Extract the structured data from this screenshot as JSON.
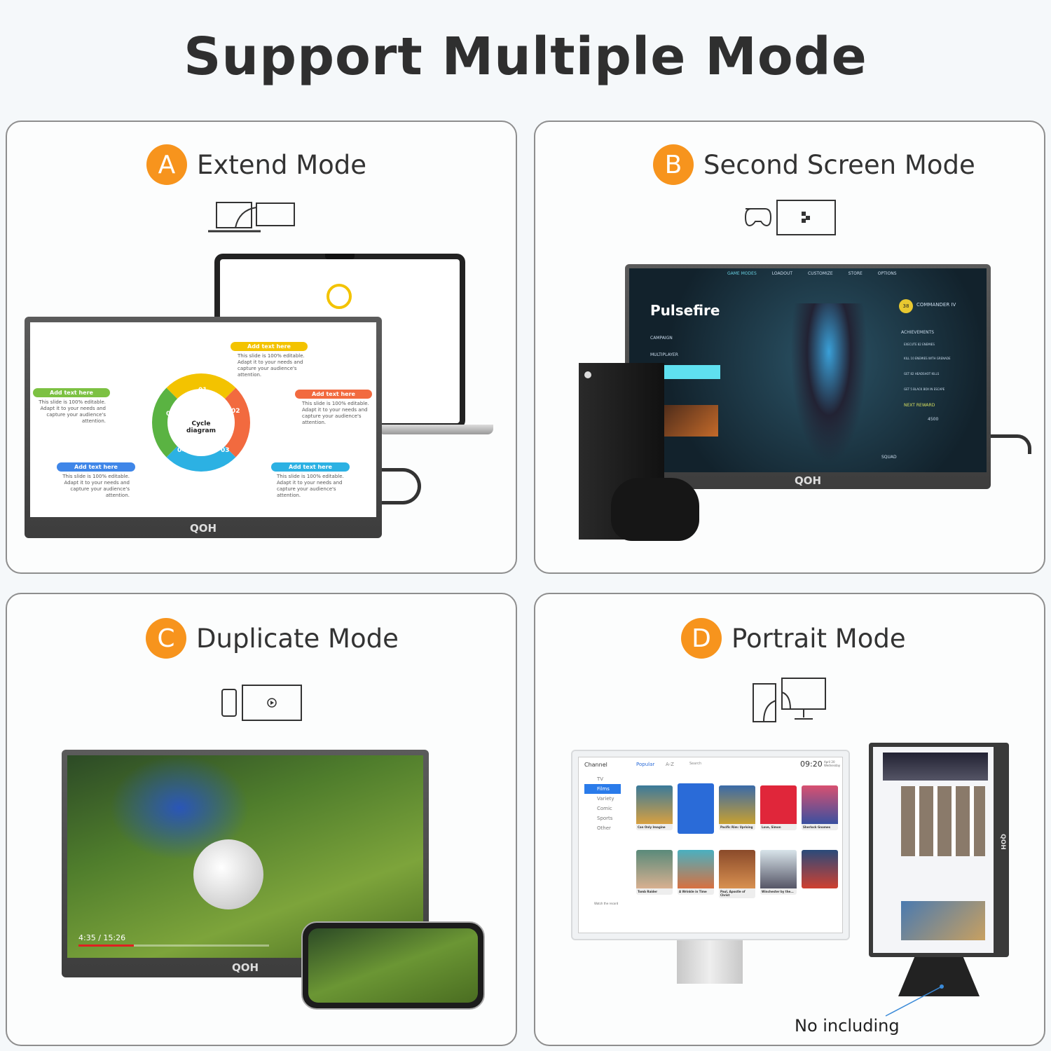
{
  "title": "Support Multiple Mode",
  "modes": [
    {
      "letter": "A",
      "label": "Extend Mode"
    },
    {
      "letter": "B",
      "label": "Second Screen Mode"
    },
    {
      "letter": "C",
      "label": "Duplicate Mode"
    },
    {
      "letter": "D",
      "label": "Portrait Mode"
    }
  ],
  "brand": "QOH",
  "extend": {
    "center": "Cycle diagram",
    "segments": [
      "01",
      "02",
      "03",
      "04",
      "05"
    ],
    "heading": "Add text here",
    "body": "This slide is 100% editable. Adapt it to your needs and capture your audience's attention."
  },
  "game": {
    "logo": "Pulsefire",
    "nav": [
      "GAME MODES",
      "LOADOUT",
      "CUSTOMIZE",
      "STORE",
      "OPTIONS"
    ],
    "menu": [
      "CAMPAIGN",
      "MULTIPLAYER"
    ],
    "rank": "COMMANDER IV",
    "rank_level": "38",
    "achievements_label": "ACHIEVEMENTS",
    "achievements": [
      "EXECUTE 82 ENEMIES",
      "KILL 10 ENEMIES WITH GRENADE",
      "GET 82 HEADSHOT KILLS",
      "GET 5 BLACK BOX IN ESCAPE"
    ],
    "next_reward": "NEXT REWARD",
    "reward_value": "4500",
    "squad": "SQUAD"
  },
  "video": {
    "time": "4:35 / 15:26",
    "progress": 0.29
  },
  "tv": {
    "channel": "Channel",
    "tabs": [
      "Popular",
      "A-Z",
      "Search"
    ],
    "time": "09:20",
    "date": "April 20 Wednesday",
    "sidebar": [
      "TV",
      "Films",
      "Variety",
      "Comic",
      "Sports",
      "Other"
    ],
    "footer": "Watch the record",
    "movies": [
      "Can Only Imagine",
      "",
      "Pacific Rim: Uprising",
      "Love, Simon",
      "Sherlock Gnomes",
      "Tomb Raider",
      "A Wrinkle in Time",
      "Paul, Apostle of Christ",
      "Winchester by the...",
      ""
    ]
  },
  "note": "No including"
}
